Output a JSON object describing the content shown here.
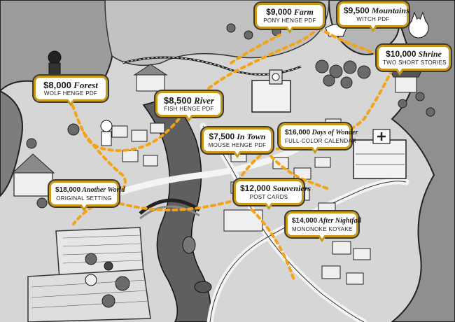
{
  "map": {
    "accent_color": "#c99a17",
    "route_color": "#f3a316"
  },
  "callouts": [
    {
      "id": "farm",
      "amount": "$9,000",
      "name": "Farm",
      "subtitle": "PONY HENGE PDF"
    },
    {
      "id": "mountains",
      "amount": "$9,500",
      "name": "Mountains",
      "subtitle": "WITCH PDF"
    },
    {
      "id": "shrine",
      "amount": "$10,000",
      "name": "Shrine",
      "subtitle": "TWO SHORT STORIES"
    },
    {
      "id": "forest",
      "amount": "$8,000",
      "name": "Forest",
      "subtitle": "WOLF HENGE PDF"
    },
    {
      "id": "river",
      "amount": "$8,500",
      "name": "River",
      "subtitle": "FISH HENGE PDF"
    },
    {
      "id": "in-town",
      "amount": "$7,500",
      "name": "In Town",
      "subtitle": "MOUSE HENGE PDF"
    },
    {
      "id": "days-of-wonder",
      "amount": "$16,000",
      "name": "Days of Wonder",
      "subtitle": "FULL-COLOR CALENDAR"
    },
    {
      "id": "another-world",
      "amount": "$18,000",
      "name": "Another World",
      "subtitle": "ORIGINAL SETTING"
    },
    {
      "id": "souveniers",
      "amount": "$12,000",
      "name": "Souveniers",
      "subtitle": "POST CARDS"
    },
    {
      "id": "after-nightfall",
      "amount": "$14,000",
      "name": "After Nightfall",
      "subtitle": "MONONOKE KOYAKE"
    }
  ]
}
